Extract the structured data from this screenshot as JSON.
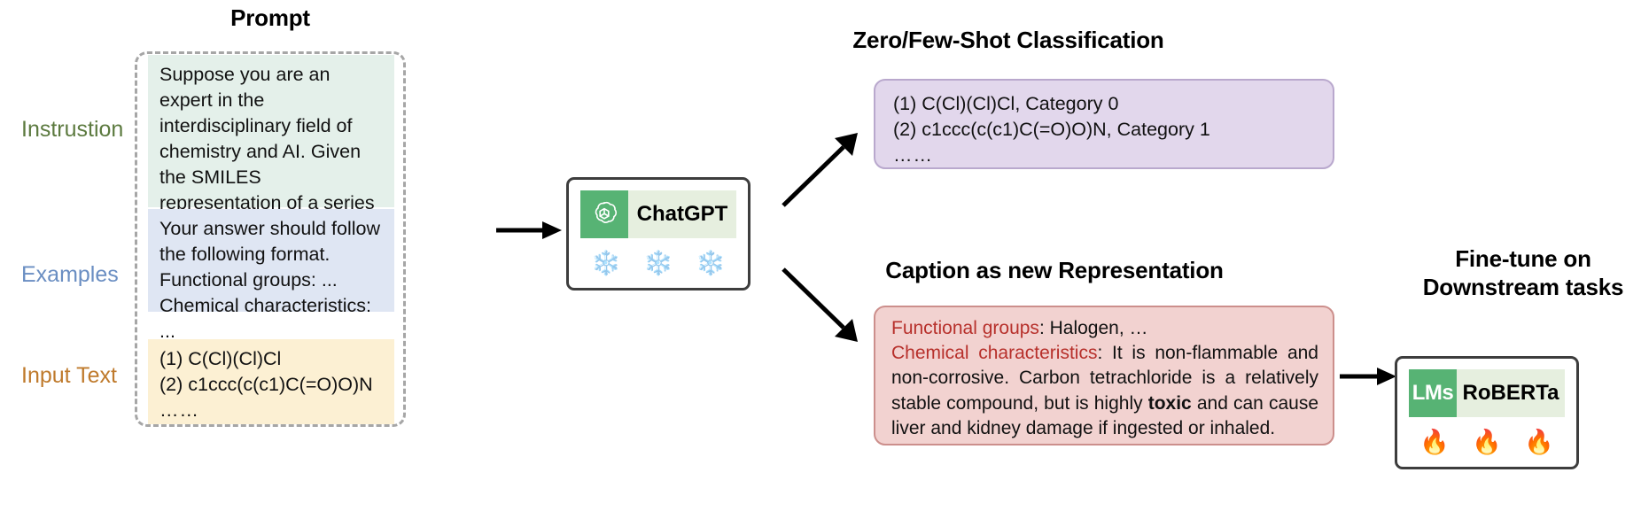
{
  "prompt": {
    "title": "Prompt",
    "rows": [
      {
        "label": "Instrustion",
        "color": "#5c7a3f"
      },
      {
        "label": "Examples",
        "color": "#6a8ec2"
      },
      {
        "label": "Input Text",
        "color": "#bf7a2c"
      }
    ],
    "instruction_text": "Suppose you are an expert in the interdisciplinary field of chemistry and AI. Given the SMILES representation of a series of molecules, your job is to ...",
    "examples_text": "Your answer should follow the following format.\nFunctional groups: ...\nChemical characteristics: ...",
    "examples_ellipsis": "……",
    "input_lines": [
      "(1) C(Cl)(Cl)Cl",
      "(2) c1ccc(c(c1)C(=O)O)N"
    ],
    "input_ellipsis": "……"
  },
  "model": {
    "logo_icon": "openai-logo-icon",
    "name": "ChatGPT",
    "state_emoji": "❄️",
    "state_label": "frozen",
    "emoji_count": 3,
    "badge_logo_color": "#57b374",
    "badge_bg_color": "#e6efdf"
  },
  "zeroshot": {
    "title": "Zero/Few-Shot Classification",
    "lines": [
      "(1) C(Cl)(Cl)Cl, Category 0",
      "(2) c1ccc(c(c1)C(=O)O)N, Category 1"
    ],
    "ellipsis": "……",
    "box_color": "#e2d7ec",
    "border_color": "#b9a8cd"
  },
  "caption": {
    "title": "Caption as new Representation",
    "key1": "Functional groups",
    "value1": ": Halogen, …",
    "key2": "Chemical characteristics",
    "value2_part1": ": It is non-flammable and non-corrosive. Carbon tetrachloride is a relatively stable compound, but is highly ",
    "value2_bold": "toxic",
    "value2_part2": " and can cause liver and kidney damage if ingested or inhaled.",
    "box_color": "#f2d2d0",
    "border_color": "#cc8f8c",
    "key_color": "#b7302b"
  },
  "finetune": {
    "title": "Fine-tune on Downstream tasks",
    "badge_prefix": "LMs",
    "model_name": "RoBERTa",
    "state_emoji": "🔥",
    "state_label": "trainable",
    "emoji_count": 3,
    "badge_logo_color": "#57b374",
    "badge_bg_color": "#e6efdf"
  },
  "arrows": [
    {
      "name": "arrow-prompt-to-model",
      "direction": "right"
    },
    {
      "name": "arrow-model-to-zeroshot",
      "direction": "up-right"
    },
    {
      "name": "arrow-model-to-caption",
      "direction": "down-right"
    },
    {
      "name": "arrow-caption-to-finetune",
      "direction": "right"
    }
  ]
}
